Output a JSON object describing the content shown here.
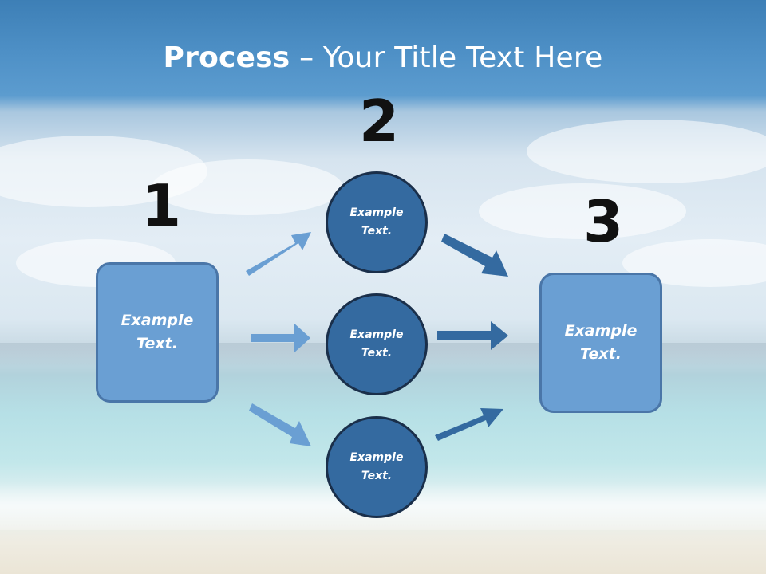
{
  "title": {
    "bold": "Process",
    "rest": " – Your Title Text Here"
  },
  "steps": {
    "one": "1",
    "two": "2",
    "three": "3"
  },
  "left_box": {
    "line1": "Example",
    "line2": "Text."
  },
  "right_box": {
    "line1": "Example",
    "line2": "Text."
  },
  "circles": [
    {
      "line1": "Example",
      "line2": "Text."
    },
    {
      "line1": "Example",
      "line2": "Text."
    },
    {
      "line1": "Example",
      "line2": "Text."
    }
  ],
  "colors": {
    "box_fill": "#6a9fd3",
    "circle_fill": "#346aa0",
    "light_arrow": "#6a9fd3",
    "dark_arrow": "#346aa0"
  }
}
